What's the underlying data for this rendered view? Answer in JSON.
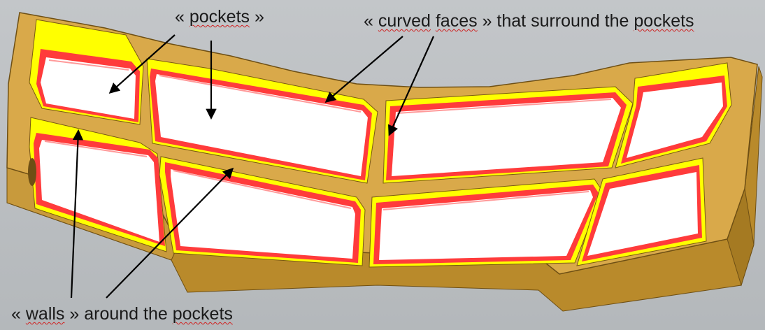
{
  "labels": {
    "pockets": {
      "open": "« ",
      "word": "pockets",
      "close": " »"
    },
    "curved": {
      "open": "« ",
      "word1": "curved",
      "space": " ",
      "word2": "faces",
      "rest": " » that surround the ",
      "word3": "pockets"
    },
    "walls": {
      "open": "« ",
      "word": "walls",
      "rest": " » around the ",
      "word2": "pockets"
    }
  },
  "colors": {
    "background": "#b9bcbf",
    "part_body": "#d9a94a",
    "part_side": "#b8862a",
    "pocket_floor": "#ffffff",
    "curved_face": "#ffff00",
    "wall": "#ff3030",
    "arrow": "#000000"
  }
}
